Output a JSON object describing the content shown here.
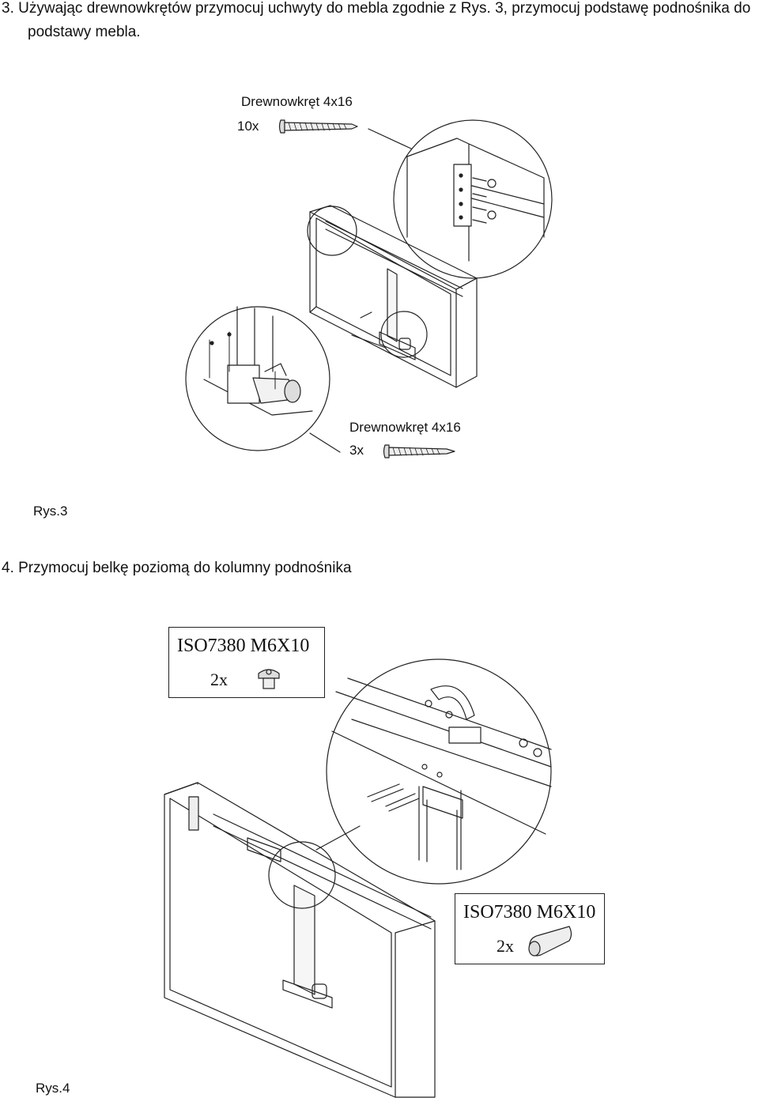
{
  "step3": {
    "line1": "3. Używając drewnowkrętów przymocuj uchwyty do mebla zgodnie z Rys. 3, przymocuj podstawę podnośnika do",
    "line2": "podstawy mebla.",
    "screw_top": {
      "name": "Drewnowkręt  4x16",
      "qty": "10x"
    },
    "screw_bottom": {
      "name": "Drewnowkręt  4x16",
      "qty": "3x"
    },
    "caption": "Rys.3"
  },
  "step4": {
    "title": "4. Przymocuj belkę poziomą do kolumny podnośnika",
    "box1": {
      "code": "ISO7380 M6X10",
      "qty": "2x"
    },
    "box2": {
      "code": "ISO7380 M6X10",
      "qty": "2x"
    },
    "caption": "Rys.4"
  }
}
